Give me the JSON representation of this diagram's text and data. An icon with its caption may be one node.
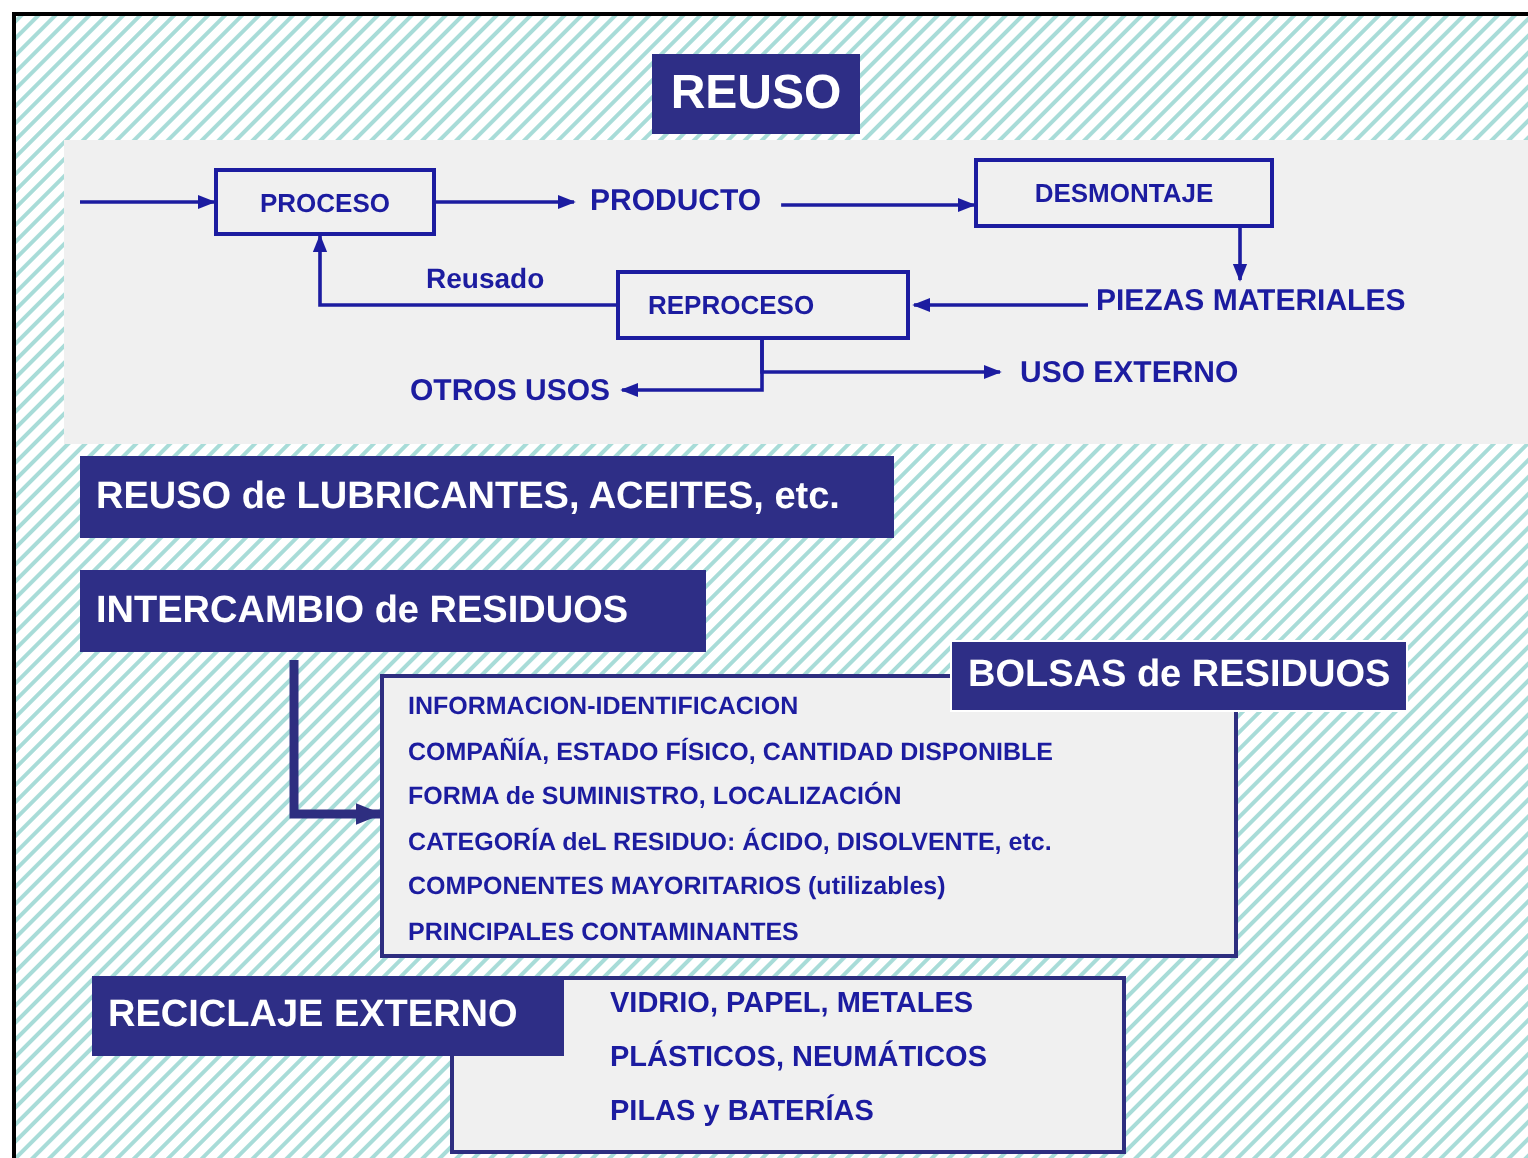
{
  "diagram": {
    "title": "REUSO",
    "nodes": [
      {
        "text": [
          "PROCESO"
        ]
      },
      {
        "text": [
          "PRODUCTO"
        ]
      },
      {
        "text": [
          "DESMONTAJE"
        ]
      },
      {
        "text": [
          "PIEZAS MATERIALES"
        ]
      },
      {
        "text": [
          "REPROCESO"
        ]
      },
      {
        "text": [
          "OTROS USOS"
        ]
      },
      {
        "text": [
          "USO EXTERNO"
        ]
      },
      {
        "text": [
          "REUSO de LUBRICANTES, ACEITES, etc."
        ]
      },
      {
        "text": [
          "INTERCAMBIO de RESIDUOS"
        ]
      },
      {
        "text": [
          "BOLSAS de RESIDUOS",
          "INFORMACION-IDENTIFICACION",
          "COMPAÑÍA, ESTADO FÍSICO, CANTIDAD DISPONIBLE",
          "FORMA de SUMINISTRO, LOCALIZACIÓN",
          "CATEGORÍA deL RESIDUO: ÁCIDO, DISOLVENTE, etc.",
          "COMPONENTES MAYORITARIOS (utilizables)",
          "PRINCIPALES CONTAMINANTES"
        ]
      },
      {
        "text": [
          "RECICLAJE EXTERNO"
        ]
      },
      {
        "text": [
          "VIDRIO, PAPEL, METALES",
          "PLÁSTICOS, NEUMÁTICOS",
          "PILAS y BATERÍAS"
        ]
      }
    ],
    "edges": [
      {
        "from": null,
        "to": 0,
        "arrow": "to"
      },
      {
        "from": 0,
        "to": 1,
        "arrow": "to"
      },
      {
        "from": 1,
        "to": 2,
        "arrow": "to"
      },
      {
        "from": 2,
        "to": 3,
        "arrow": "to"
      },
      {
        "from": 3,
        "to": 4,
        "arrow": "to"
      },
      {
        "from": 4,
        "to": 0,
        "arrow": "to",
        "label": "Reusado"
      },
      {
        "from": 4,
        "to": 5,
        "arrow": "to"
      },
      {
        "from": 4,
        "to": 6,
        "arrow": "to"
      },
      {
        "from": 8,
        "to": 9,
        "arrow": "to",
        "style": "thick",
        "color": "#2e2e80"
      }
    ]
  }
}
